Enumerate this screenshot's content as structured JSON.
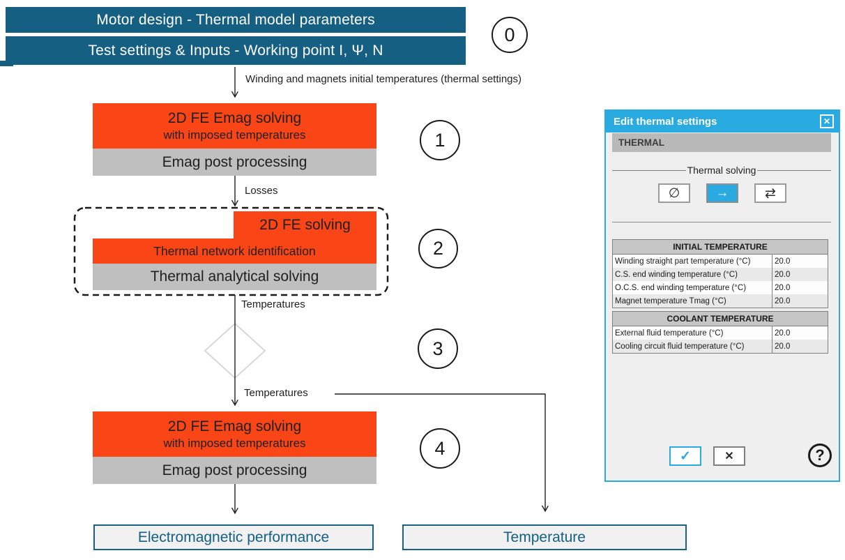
{
  "colors": {
    "teal": "#156082",
    "orange": "#FA4616",
    "block_gray": "#BFBFBF",
    "dialog_blue": "#29ABE2",
    "output_border": "#1A607F"
  },
  "banners": {
    "model": "Motor design - Thermal model parameters",
    "test": "Test settings & Inputs - Working point I, Ψ, N"
  },
  "badges": {
    "b0": "0",
    "b1": "1",
    "b2": "2",
    "b3": "3",
    "b4": "4"
  },
  "labels": {
    "input": "Winding and magnets initial temperatures (thermal settings)",
    "losses": "Losses",
    "temperatures1": "Temperatures",
    "temperatures2": "Temperatures"
  },
  "step1": {
    "line1": "2D FE Emag solving",
    "line2": "with imposed temperatures",
    "post": "Emag post processing"
  },
  "step2": {
    "fe": "2D FE solving",
    "network": "Thermal network identification",
    "analytical": "Thermal analytical solving"
  },
  "step4": {
    "line1": "2D FE Emag solving",
    "line2": "with imposed temperatures",
    "post": "Emag post processing"
  },
  "outputs": {
    "emag": "Electromagnetic performance",
    "temperature": "Temperature"
  },
  "dialog": {
    "title": "Edit thermal settings",
    "close_glyph": "✕",
    "section": "THERMAL",
    "solving": {
      "label": "Thermal solving",
      "options": [
        {
          "name": "no-thermal-solving",
          "glyph": "∅",
          "selected": false
        },
        {
          "name": "one-way-solving",
          "glyph": "→",
          "selected": true
        },
        {
          "name": "iterative-solving",
          "glyph": "⇄",
          "selected": false
        }
      ]
    },
    "initial_table": {
      "header": "INITIAL TEMPERATURE",
      "rows": [
        {
          "label": "Winding straight part temperature (°C)",
          "value": "20.0"
        },
        {
          "label": "C.S. end winding temperature (°C)",
          "value": "20.0"
        },
        {
          "label": "O.C.S. end winding temperature (°C)",
          "value": "20.0"
        },
        {
          "label": "Magnet temperature Tmag (°C)",
          "value": "20.0"
        }
      ]
    },
    "coolant_table": {
      "header": "COOLANT TEMPERATURE",
      "rows": [
        {
          "label": "External fluid temperature (°C)",
          "value": "20.0"
        },
        {
          "label": "Cooling circuit fluid temperature (°C)",
          "value": "20.0"
        }
      ]
    },
    "ok_glyph": "✓",
    "cancel_glyph": "✕",
    "help_glyph": "?"
  }
}
